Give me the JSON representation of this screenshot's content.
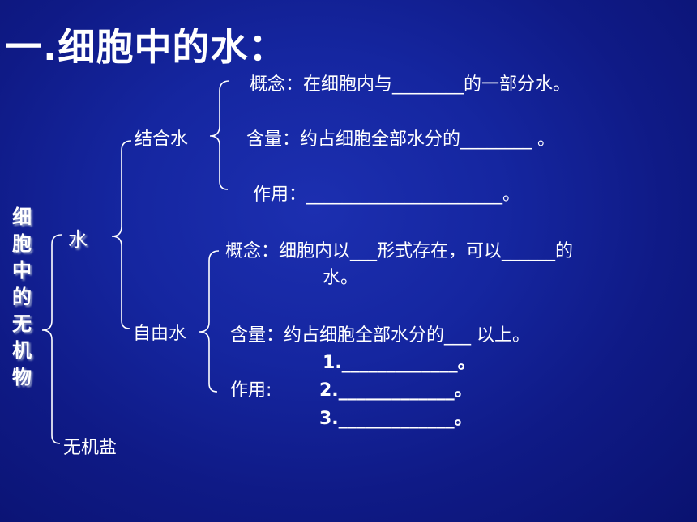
{
  "title": "一.细胞中的水：",
  "vertical_label": [
    "细",
    "胞",
    "中",
    "的",
    "无",
    "机",
    "物"
  ],
  "water": {
    "label": "水",
    "bound": {
      "label": "结合水",
      "concept": "概念：在细胞内与________的一部分水。",
      "content": "含量：约占细胞全部水分的________ 。",
      "function": "作用：______________________。"
    },
    "free": {
      "label": "自由水",
      "concept_line1": "概念：细胞内以___形式存在，可以______的",
      "concept_line2": "水。",
      "content": "含量：约占细胞全部水分的___ 以上。",
      "function_label": "作用:",
      "functions": [
        "1._____________。",
        "2._____________。",
        "3._____________。"
      ]
    }
  },
  "inorganic_salt": {
    "label": "无机盐"
  }
}
